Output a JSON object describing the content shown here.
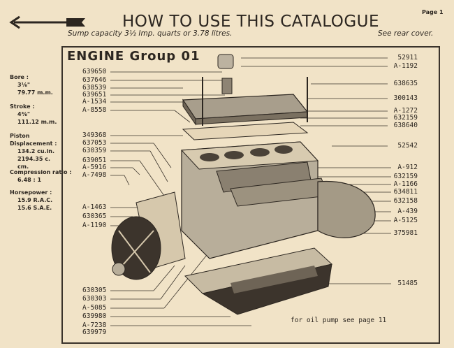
{
  "header": {
    "title": "HOW TO USE THIS CATALOGUE",
    "page": "Page 1",
    "sump": "Sump capacity 3½ Imp. quarts or 3.78 litres.",
    "rear": "See rear cover."
  },
  "specs": [
    {
      "label": "Bore :",
      "values": [
        "3⅛\"",
        "79.77 m.m."
      ]
    },
    {
      "label": "Stroke :",
      "values": [
        "4⅜\"",
        "111.12 m.m."
      ]
    },
    {
      "label": "Piston Displacement :",
      "values": [
        "134.2 cu.in.",
        "2194.35 c. cm."
      ]
    },
    {
      "label": "Compression ratio :",
      "values": [
        "6.48 : 1"
      ]
    },
    {
      "label": "Horsepower :",
      "values": [
        "15.9 R.A.C.",
        "15.6 S.A.E."
      ]
    }
  ],
  "group_title": "ENGINE Group 01",
  "left_parts": [
    "639650",
    "637646",
    "638539",
    "639651",
    "A-1534",
    "A-8558",
    "349368",
    "637053",
    "630359",
    "639051",
    "A-5916",
    "A-7498",
    "A-1463",
    "630365",
    "A-1190",
    "630305",
    "630303",
    "A-5085",
    "639980",
    "A-7238",
    "639979"
  ],
  "right_parts": [
    "52911",
    "A-1192",
    "638635",
    "300143",
    "A-1272",
    "632159",
    "638640",
    "52542",
    "A-912",
    "632159",
    "A-1166",
    "634811",
    "632158",
    "A-439",
    "A-5125",
    "375981",
    "51485"
  ],
  "note": "for oil pump see page 11"
}
